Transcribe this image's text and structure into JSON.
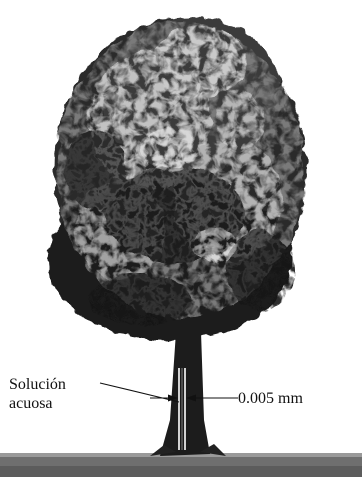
{
  "labels": {
    "left_line1": "Solución",
    "left_line2": "acuosa",
    "measurement": "0.005 mm"
  },
  "colors": {
    "foliage_dark": "#141414",
    "foliage_mid": "#5a5a5a",
    "foliage_light": "#c9c9c9",
    "trunk": "#1c1c1c",
    "ground": "#6f6f6f",
    "background": "#ffffff"
  }
}
